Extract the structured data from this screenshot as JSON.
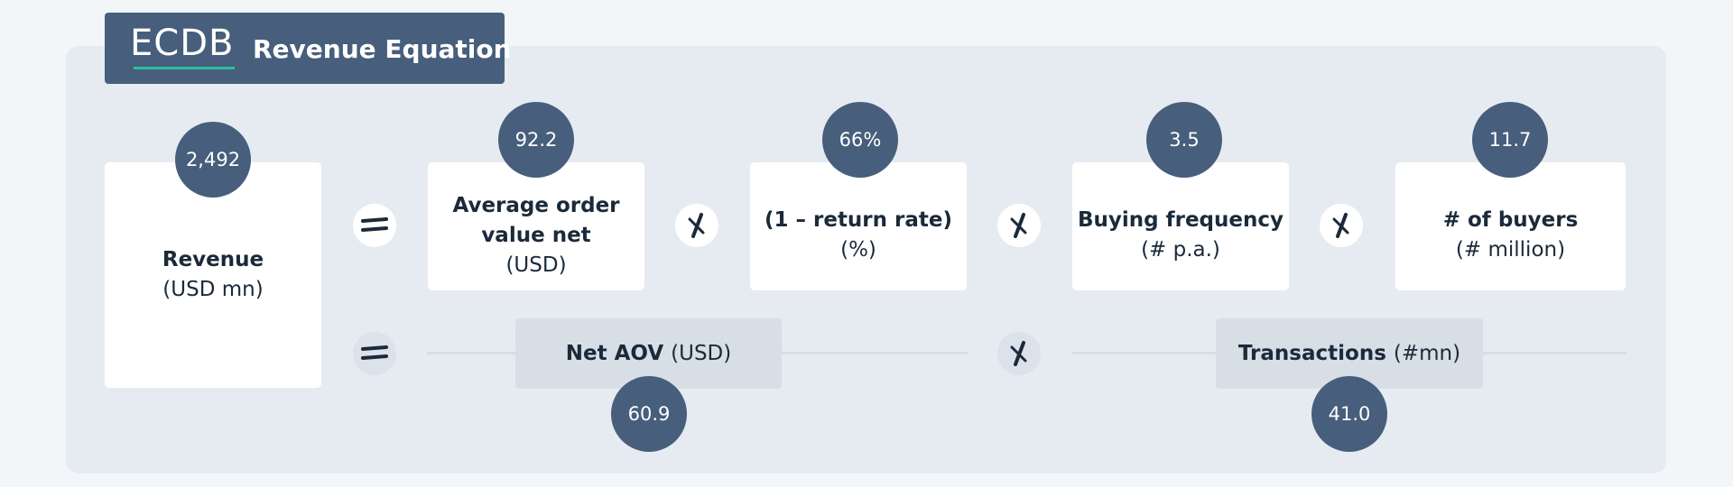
{
  "header": {
    "logo_text": "ECDB",
    "title": "Revenue Equation"
  },
  "revenue": {
    "label": "Revenue",
    "unit": "(USD mn)",
    "value": "2,492"
  },
  "aov": {
    "label_line1": "Average order",
    "label_line2": "value net",
    "unit": "(USD)",
    "value": "92.2"
  },
  "return_rate": {
    "label": "(1 – return rate)",
    "unit": "(%)",
    "value": "66%"
  },
  "buying_frequency": {
    "label": "Buying frequency",
    "unit": "(# p.a.)",
    "value": "3.5"
  },
  "buyers": {
    "label": "# of buyers",
    "unit": "(# million)",
    "value": "11.7"
  },
  "net_aov": {
    "label": "Net AOV",
    "unit": "(USD)",
    "value": "60.9"
  },
  "transactions": {
    "label": "Transactions",
    "unit": "(#mn)",
    "value": "41.0"
  },
  "colors": {
    "accent": "#475e7c",
    "panel": "#e6ebf2",
    "logo_underline": "#2dbf9b"
  },
  "icons": {
    "equals": "equals-icon",
    "multiply": "multiply-icon"
  }
}
